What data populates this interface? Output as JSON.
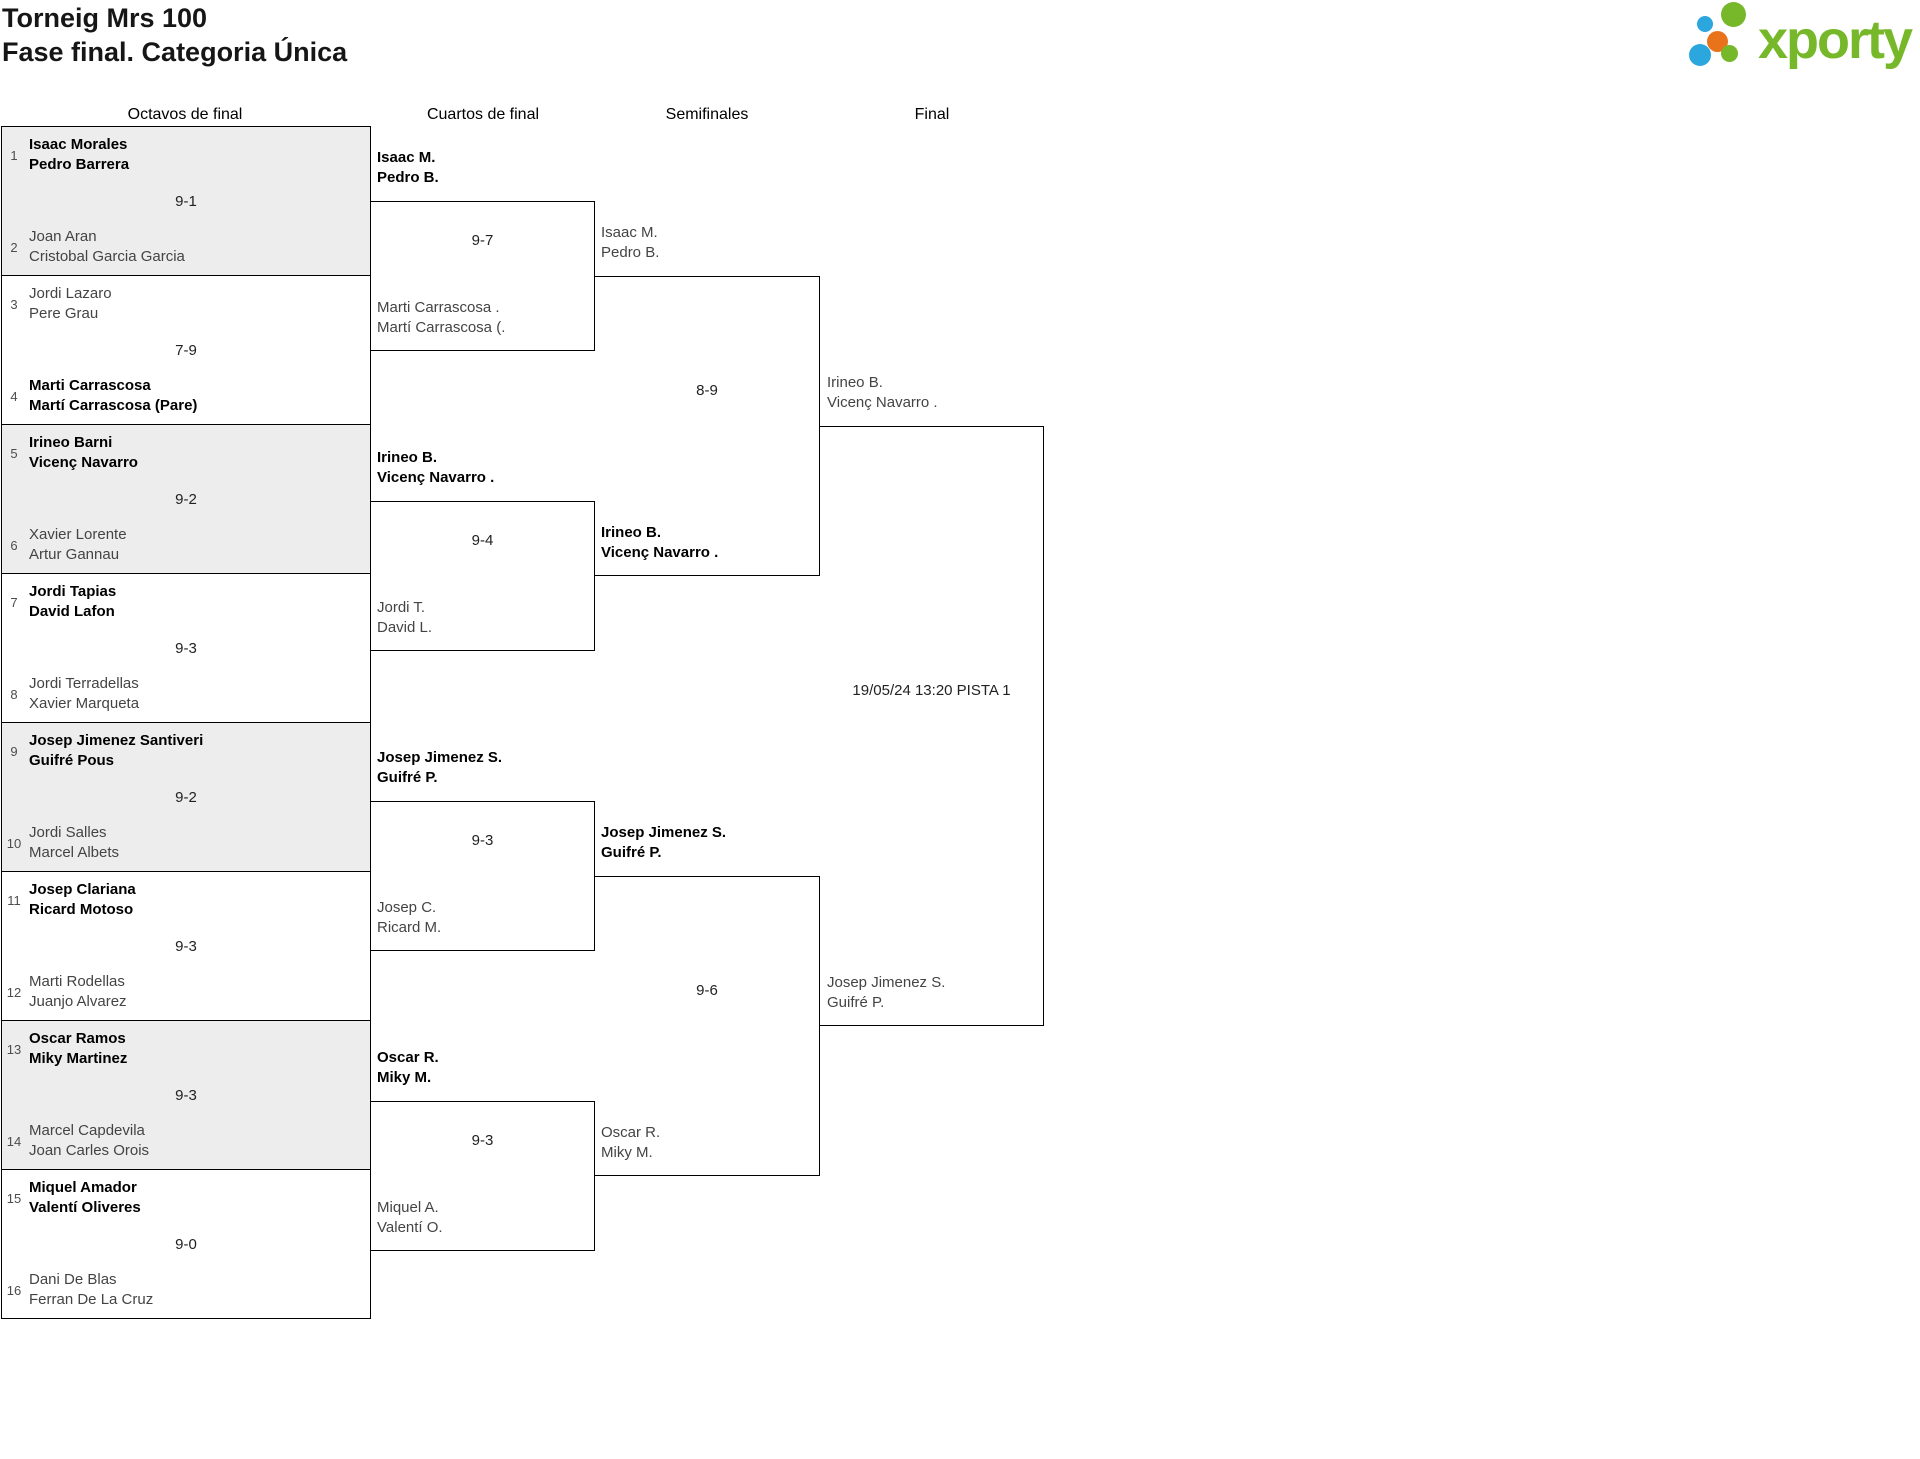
{
  "page": {
    "title": "Torneig Mrs 100",
    "subtitle": "Fase final. Categoria Única"
  },
  "logo": {
    "text": "xporty",
    "colors": {
      "green": "#76b82a",
      "blue": "#2ba7de",
      "orange": "#e8731a"
    }
  },
  "round_headers": [
    "Octavos de final",
    "Cuartos de final",
    "Semifinales",
    "Final"
  ],
  "bracket": {
    "octavos": [
      {
        "seed_top": "1",
        "top": [
          "Isaac Morales",
          "Pedro Barrera"
        ],
        "top_winner": true,
        "score": "9-1",
        "seed_bottom": "2",
        "bottom": [
          "Joan Aran",
          "Cristobal Garcia Garcia"
        ],
        "bottom_winner": false,
        "shaded": true
      },
      {
        "seed_top": "3",
        "top": [
          "Jordi Lazaro",
          "Pere Grau"
        ],
        "top_winner": false,
        "score": "7-9",
        "seed_bottom": "4",
        "bottom": [
          "Marti Carrascosa",
          "Martí Carrascosa (Pare)"
        ],
        "bottom_winner": true,
        "shaded": false
      },
      {
        "seed_top": "5",
        "top": [
          "Irineo Barni",
          "Vicenç Navarro"
        ],
        "top_winner": true,
        "score": "9-2",
        "seed_bottom": "6",
        "bottom": [
          "Xavier Lorente",
          "Artur Gannau"
        ],
        "bottom_winner": false,
        "shaded": true
      },
      {
        "seed_top": "7",
        "top": [
          "Jordi Tapias",
          "David Lafon"
        ],
        "top_winner": true,
        "score": "9-3",
        "seed_bottom": "8",
        "bottom": [
          "Jordi Terradellas",
          "Xavier Marqueta"
        ],
        "bottom_winner": false,
        "shaded": false
      },
      {
        "seed_top": "9",
        "top": [
          "Josep Jimenez Santiveri",
          "Guifré Pous"
        ],
        "top_winner": true,
        "score": "9-2",
        "seed_bottom": "10",
        "bottom": [
          "Jordi Salles",
          "Marcel Albets"
        ],
        "bottom_winner": false,
        "shaded": true
      },
      {
        "seed_top": "11",
        "top": [
          "Josep Clariana",
          "Ricard Motoso"
        ],
        "top_winner": true,
        "score": "9-3",
        "seed_bottom": "12",
        "bottom": [
          "Marti Rodellas",
          "Juanjo Alvarez"
        ],
        "bottom_winner": false,
        "shaded": false
      },
      {
        "seed_top": "13",
        "top": [
          "Oscar Ramos",
          "Miky Martinez"
        ],
        "top_winner": true,
        "score": "9-3",
        "seed_bottom": "14",
        "bottom": [
          "Marcel Capdevila",
          "Joan Carles Orois"
        ],
        "bottom_winner": false,
        "shaded": true
      },
      {
        "seed_top": "15",
        "top": [
          "Miquel Amador",
          "Valentí Oliveres"
        ],
        "top_winner": true,
        "score": "9-0",
        "seed_bottom": "16",
        "bottom": [
          "Dani De Blas",
          "Ferran De La Cruz"
        ],
        "bottom_winner": false,
        "shaded": false
      }
    ],
    "cuartos": [
      {
        "top": [
          "Isaac M.",
          "Pedro B."
        ],
        "top_winner": true,
        "score": "9-7",
        "bottom": [
          "Marti Carrascosa .",
          "Martí Carrascosa (."
        ],
        "bottom_winner": false
      },
      {
        "top": [
          "Irineo B.",
          "Vicenç Navarro ."
        ],
        "top_winner": true,
        "score": "9-4",
        "bottom": [
          "Jordi T.",
          "David L."
        ],
        "bottom_winner": false
      },
      {
        "top": [
          "Josep Jimenez S.",
          "Guifré P."
        ],
        "top_winner": true,
        "score": "9-3",
        "bottom": [
          "Josep C.",
          "Ricard M."
        ],
        "bottom_winner": false
      },
      {
        "top": [
          "Oscar R.",
          "Miky M."
        ],
        "top_winner": true,
        "score": "9-3",
        "bottom": [
          "Miquel A.",
          "Valentí O."
        ],
        "bottom_winner": false
      }
    ],
    "semifinales": [
      {
        "top": [
          "Isaac M.",
          "Pedro B."
        ],
        "top_winner": false,
        "score": "8-9",
        "bottom": [
          "Irineo B.",
          "Vicenç Navarro ."
        ],
        "bottom_winner": true
      },
      {
        "top": [
          "Josep Jimenez S.",
          "Guifré P."
        ],
        "top_winner": true,
        "score": "9-6",
        "bottom": [
          "Oscar R.",
          "Miky M."
        ],
        "bottom_winner": false
      }
    ],
    "final": [
      {
        "top": [
          "Irineo B.",
          "Vicenç Navarro ."
        ],
        "top_winner": false,
        "schedule": "19/05/24 13:20 PISTA 1",
        "bottom": [
          "Josep Jimenez S.",
          "Guifré P."
        ],
        "bottom_winner": false
      }
    ]
  }
}
